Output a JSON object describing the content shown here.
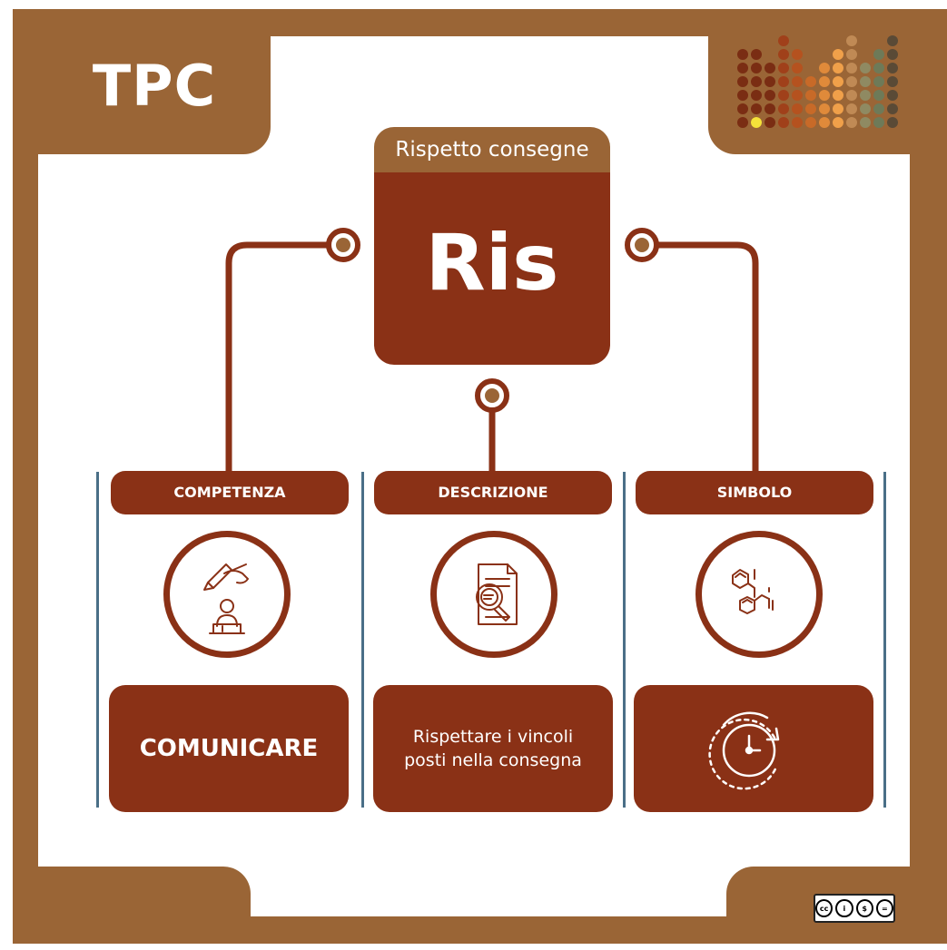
{
  "badge": {
    "label": "TPC"
  },
  "title": {
    "subtitle": "Rispetto consegne",
    "code": "Ris"
  },
  "columns": [
    {
      "header": "COMPETENZA",
      "icon": "writing-speaker-icon",
      "card_text": "COMUNICARE"
    },
    {
      "header": "DESCRIZIONE",
      "icon": "document-magnifier-icon",
      "card_text": "Rispettare i vincoli posti nella consegna"
    },
    {
      "header": "SIMBOLO",
      "icon": "molecule-icon",
      "card_icon": "clock-refresh-icon"
    }
  ],
  "license": {
    "label": "CC BY NC ND"
  },
  "colors": {
    "frame": "#9a6536",
    "accent": "#8a3116",
    "line": "#4a6f87"
  }
}
